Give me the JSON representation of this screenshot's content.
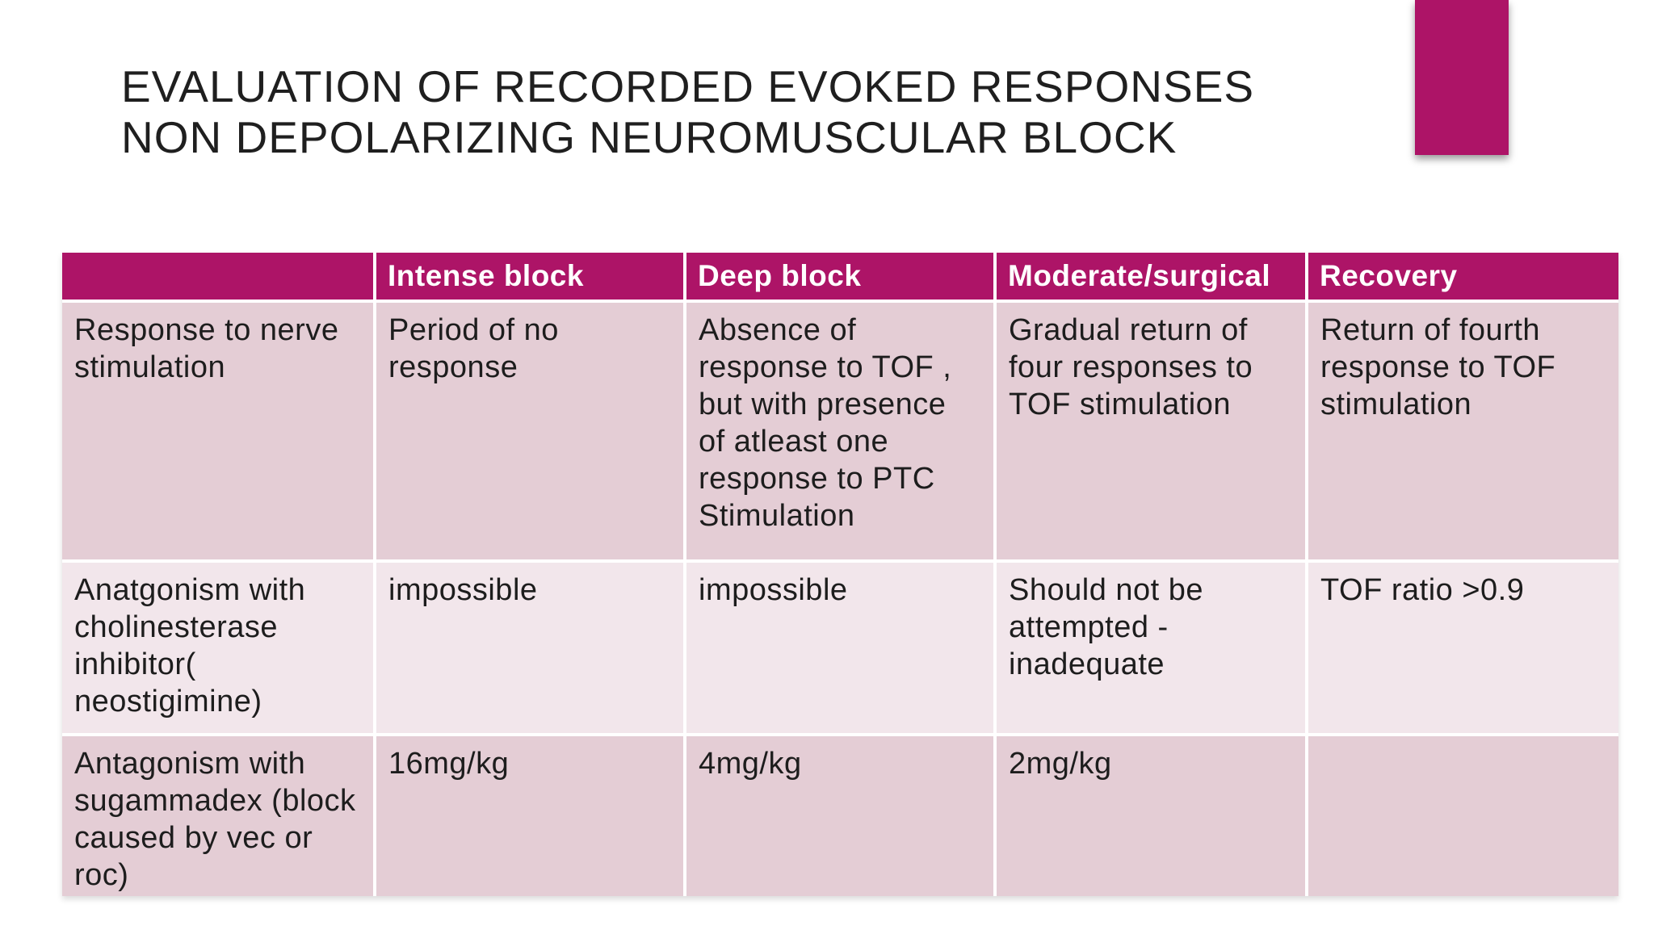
{
  "slide": {
    "title": {
      "line1": "EVALUATION OF RECORDED EVOKED RESPONSES",
      "line2": "NON DEPOLARIZING NEUROMUSCULAR BLOCK"
    }
  },
  "colors": {
    "accent": "#ad1467",
    "header_bg": "#ad1467",
    "row_odd_bg": "#e4cdd5",
    "row_even_bg": "#f2e6eb",
    "header_text": "#ffffff",
    "body_text": "#1d1d1d",
    "title_text": "#1f1f1f",
    "page_bg": "#ffffff"
  },
  "table": {
    "columns": [
      "",
      "Intense block",
      "Deep block",
      "Moderate/surgical",
      "Recovery"
    ],
    "rows": [
      {
        "label": "Response to nerve stimulation",
        "cells": [
          "Period of no response",
          "Absence of response to TOF , but with presence of atleast one response to PTC Stimulation",
          "Gradual return of four responses to TOF stimulation",
          "Return of fourth response to TOF stimulation"
        ]
      },
      {
        "label": "Anatgonism with cholinesterase inhibitor( neostigimine)",
        "cells": [
          "impossible",
          "impossible",
          "Should not be attempted - inadequate",
          "TOF ratio >0.9"
        ]
      },
      {
        "label": "Antagonism with sugammadex (block caused by vec or roc)",
        "cells": [
          "16mg/kg",
          "4mg/kg",
          "2mg/kg",
          ""
        ]
      }
    ]
  }
}
